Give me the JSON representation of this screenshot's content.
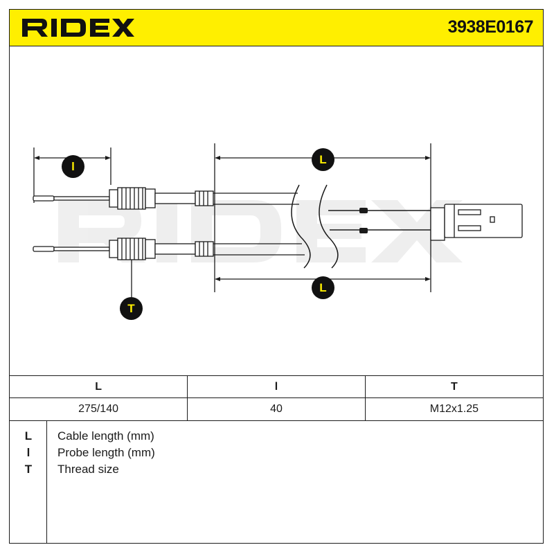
{
  "header": {
    "brand": "RIDEX",
    "part_number": "3938E0167",
    "background_color": "#ffef00"
  },
  "diagram": {
    "watermark": "RIDEX",
    "callouts": {
      "probe_length_label": "l",
      "cable_length_top_label": "L",
      "cable_length_bottom_label": "L",
      "thread_label": "T"
    },
    "callout_fill": "#111111",
    "callout_text_color": "#ffef00"
  },
  "dimensions_table": {
    "headers": [
      "L",
      "l",
      "T"
    ],
    "values": [
      "275/140",
      "40",
      "M12x1.25"
    ]
  },
  "legend": {
    "items": [
      {
        "key": "L",
        "description": "Cable length (mm)"
      },
      {
        "key": "l",
        "description": "Probe length (mm)"
      },
      {
        "key": "T",
        "description": "Thread size"
      }
    ]
  }
}
